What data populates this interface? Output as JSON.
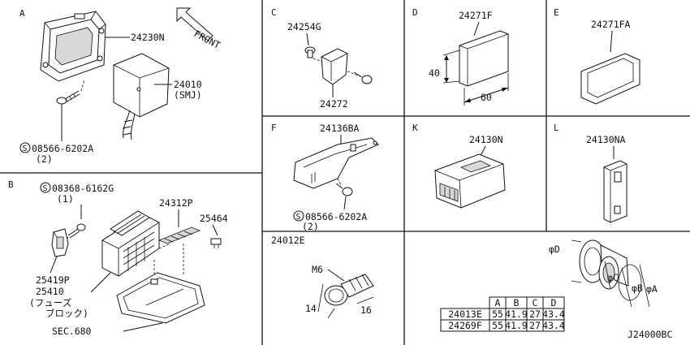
{
  "sections": {
    "A": "A",
    "B": "B",
    "C": "C",
    "D": "D",
    "E": "E",
    "F": "F",
    "K": "K",
    "L": "L",
    "P": "24012E"
  },
  "front_label": "FRONT",
  "labels": {
    "p24230N": "24230N",
    "p24010": "24010",
    "p24010_sub": "(SMJ)",
    "screwA": "08566-6202A",
    "screwA_qty": "(2)",
    "screwB": "08368-6162G",
    "screwB_qty": "(1)",
    "p24312P": "24312P",
    "p25464": "25464",
    "p25419P": "25419P",
    "p25410": "25410",
    "p25410_jp1": "(フューズ",
    "p25410_jp2": "ブロック)",
    "sec680": "SEC.680",
    "p24254G": "24254G",
    "p24272": "24272",
    "p24271F": "24271F",
    "dim40": "40",
    "dim60": "60",
    "p24271FA": "24271FA",
    "p24136BA": "24136BA",
    "screwF": "08566-6202A",
    "screwF_qty": "(2)",
    "p24130N": "24130N",
    "p24130NA": "24130NA",
    "m6": "M6",
    "dim14": "14",
    "dim16": "16",
    "phiD": "φD",
    "phiC": "φC",
    "phiB": "φB",
    "phiA": "φA",
    "screw_symbol": "S",
    "footer_code": "J24000BC"
  },
  "grommet_table": {
    "headers": [
      "",
      "A",
      "B",
      "C",
      "D"
    ],
    "rows": [
      [
        "24013E",
        "55",
        "41.9",
        "27",
        "43.4"
      ],
      [
        "24269F",
        "55",
        "41.9",
        "27",
        "43.4"
      ]
    ]
  }
}
